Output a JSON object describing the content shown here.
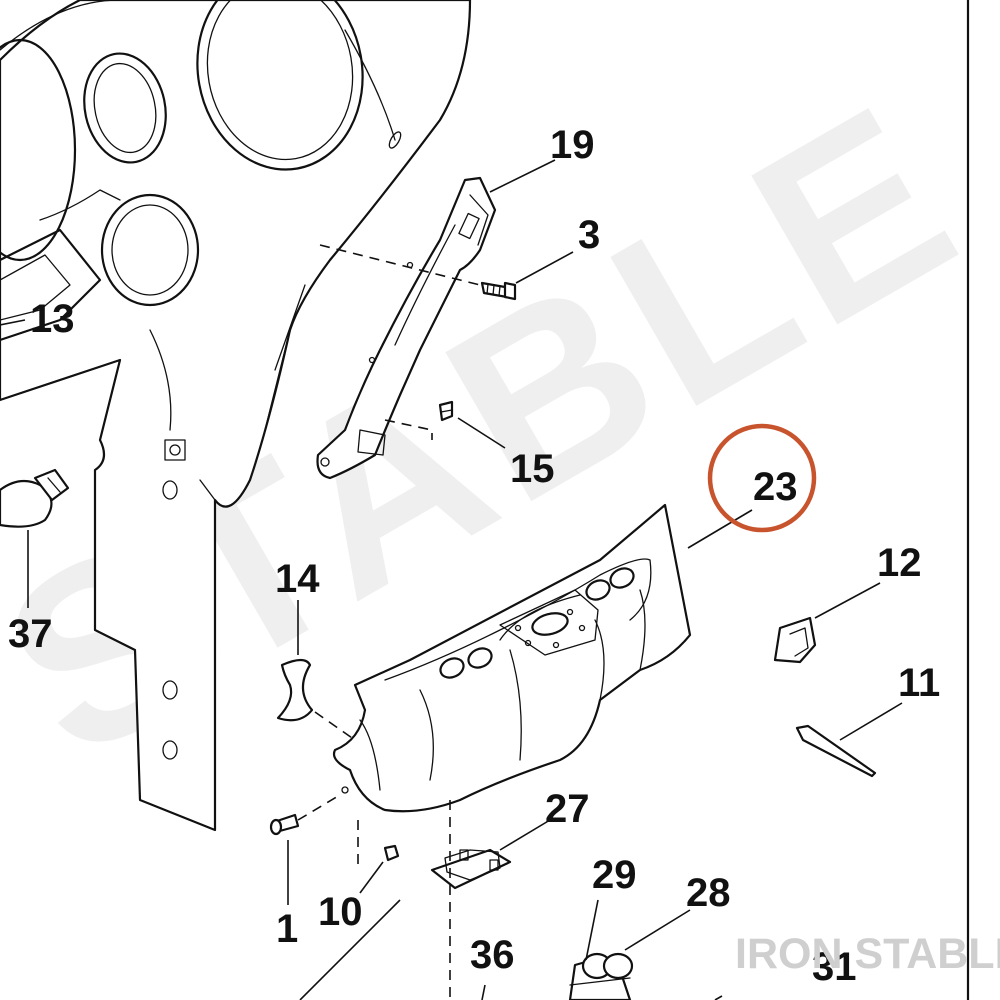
{
  "watermark": "STABLE",
  "brand": "IRON STABLE",
  "highlight_color": "#c8542e",
  "highlighted_part": "23",
  "callouts": {
    "c19": "19",
    "c3": "3",
    "c13": "13",
    "c15": "15",
    "c23": "23",
    "c12": "12",
    "c14": "14",
    "c37": "37",
    "c11": "11",
    "c27": "27",
    "c29": "29",
    "c28": "28",
    "c1": "1",
    "c10": "10",
    "c36": "36",
    "c31": "31"
  }
}
